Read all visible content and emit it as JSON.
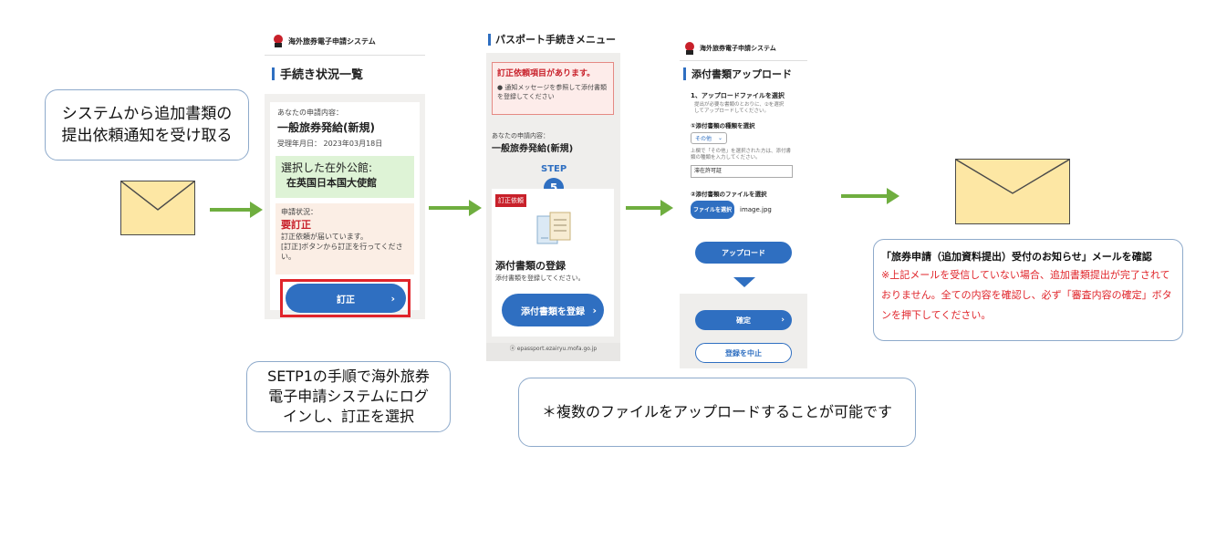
{
  "callouts": {
    "receive_notice": "システムから追加書類の\n提出依頼通知を受け取る",
    "login_step": "SETP1の手順で海外旅券\n電子申請システムにログ\nインし、訂正を選択",
    "multiple_files": "＊複数のファイルをアップロードすることが可能です"
  },
  "final_notice": {
    "title": "「旅券申請（追加資料提出）受付のお知らせ」メールを確認",
    "warning": "※上記メールを受信していない場合、追加書類提出が完了されておりません。全ての内容を確認し、必ず「審査内容の確定」ボタンを押下してください。",
    "warning_color": "#e0242a"
  },
  "screen1": {
    "header": "海外旅券電子申請システム",
    "title": "手続き状況一覧",
    "content_label": "あなたの申請内容：",
    "content_value": "一般旅券発給(新規)",
    "date": "受理年月日： 2023年03月18日",
    "office_label": "選択した在外公館:",
    "office_value": "在英国日本国大使館",
    "status_label": "申請状況：",
    "status_value": "要訂正",
    "status_note": "訂正依頼が届いています。\n[訂正]ボタンから訂正を行ってください。",
    "button": "訂正",
    "highlight_color": "#e0242a"
  },
  "screen2": {
    "title": "パスポート手続きメニュー",
    "alert_title": "訂正依頼項目があります。",
    "alert_body": "● 通知メッセージを参照して添付書類を登録してください",
    "content_label": "あなたの申請内容：",
    "content_value": "一般旅券発給(新規)",
    "step_label": "STEP",
    "step_number": "5",
    "badge": "訂正依頼",
    "card_title": "添付書類の登録",
    "card_body": "添付書類を登録してください。",
    "button": "添付書類を登録",
    "url": "ⓐ epassport.ezairyu.mofa.go.jp"
  },
  "screen3": {
    "header": "海外旅券電子申請システム",
    "title": "添付書類アップロード",
    "step1": "1、アップロードファイルを選択",
    "step1_note": "提出が必要な書類のとおりに、②を選択してアップロードしてください。",
    "type_label": "①添付書類の種類を選択",
    "type_value": "その他",
    "other_note": "上欄で「その他」を選択された方は、添付書類の種類を入力してください。",
    "input_value": "滞在許可証",
    "file_label": "②添付書類のファイルを選択",
    "file_button": "ファイルを選択",
    "file_name": "image.jpg",
    "upload_button": "アップロード",
    "confirm_button": "確定",
    "cancel_button": "登録を中止"
  },
  "colors": {
    "arrow": "#6fae3f",
    "accent": "#2f6fc1",
    "callout_border": "#8eaacb",
    "envelope": "#fde7a4"
  }
}
